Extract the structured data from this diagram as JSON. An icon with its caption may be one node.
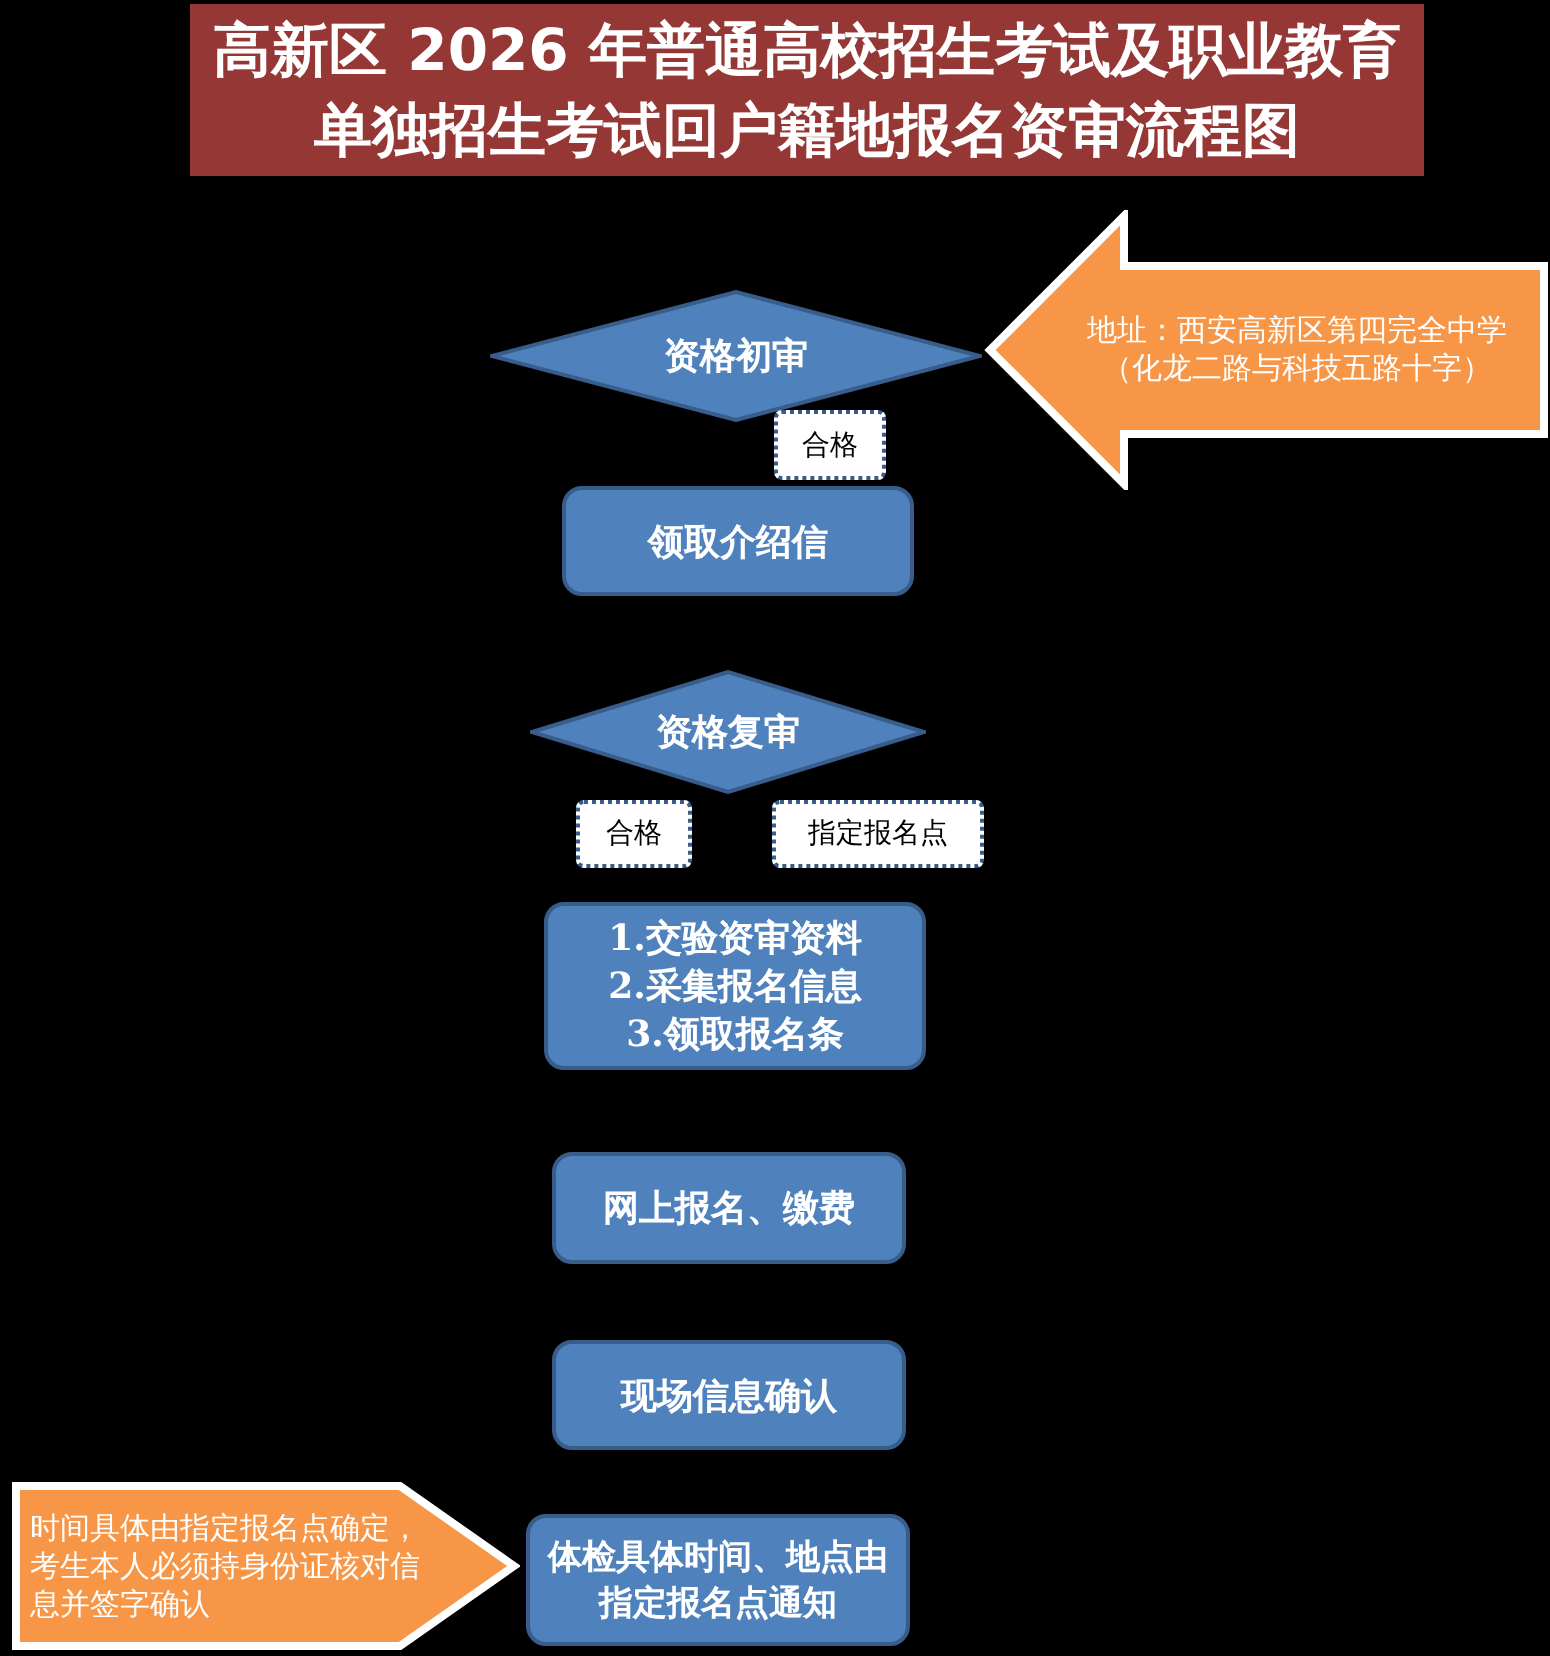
{
  "diagram": {
    "title": "高新区 2026 年普通高校招生考试及职业教育单独招生考试回户籍地报名资审流程图",
    "nodes": [
      {
        "text": [
          "资格初审"
        ]
      },
      {
        "text": [
          "地址：西安高新区第四完全中学（化龙二路与科技五路十字）"
        ]
      },
      {
        "text": [
          "合格"
        ]
      },
      {
        "text": [
          "领取介绍信"
        ]
      },
      {
        "text": [
          "资格复审"
        ]
      },
      {
        "text": [
          "合格"
        ]
      },
      {
        "text": [
          "指定报名点"
        ]
      },
      {
        "text": [
          "1.交验资审资料 2.采集报名信息 3.领取报名条"
        ]
      },
      {
        "text": [
          "网上报名、缴费"
        ]
      },
      {
        "text": [
          "现场信息确认"
        ]
      },
      {
        "text": [
          "时间具体由指定报名点确定，考生本人必须持身份证核对信息并签字确认"
        ]
      },
      {
        "text": [
          "体检具体时间、地点由指定报名点通知"
        ]
      }
    ]
  }
}
